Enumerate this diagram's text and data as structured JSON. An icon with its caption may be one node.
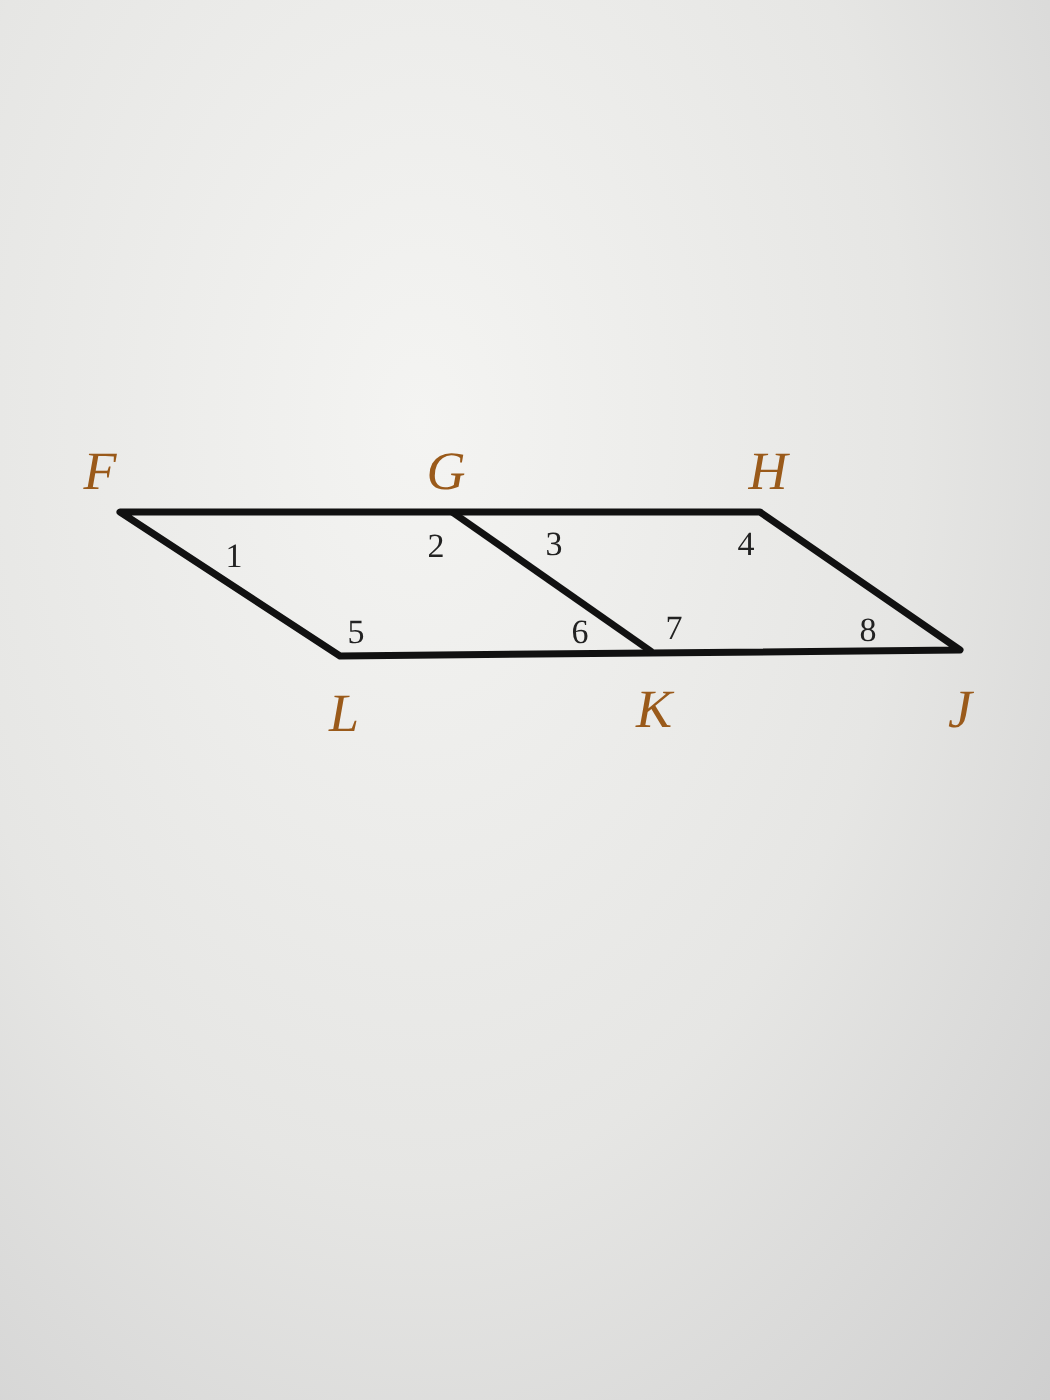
{
  "diagram": {
    "labels": [
      "F",
      "G",
      "H",
      "1",
      "2",
      "3",
      "4",
      "5",
      "6",
      "7",
      "8",
      "L",
      "K",
      "J"
    ]
  }
}
